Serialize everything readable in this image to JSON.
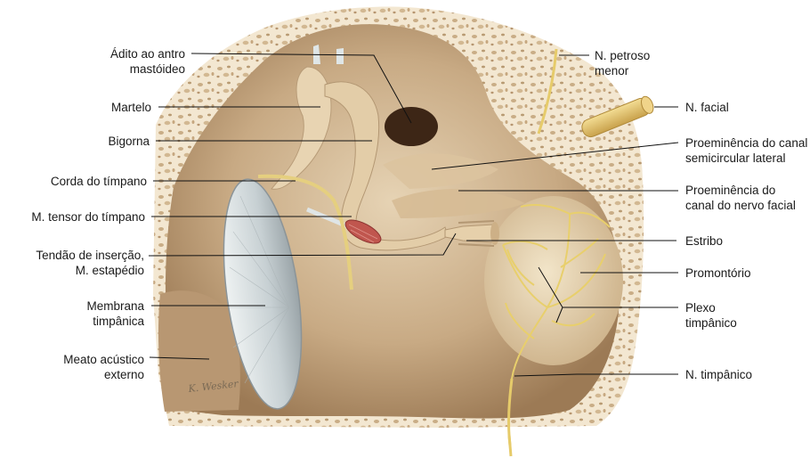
{
  "labels_left": [
    {
      "id": "adito",
      "text": "Ádito ao antro\nmastóideo"
    },
    {
      "id": "martelo",
      "text": "Martelo"
    },
    {
      "id": "bigorna",
      "text": "Bigorna"
    },
    {
      "id": "corda",
      "text": "Corda do tímpano"
    },
    {
      "id": "tensor",
      "text": "M. tensor do tímpano"
    },
    {
      "id": "tendao",
      "text": "Tendão de inserção,\nM. estapédio"
    },
    {
      "id": "membrana",
      "text": "Membrana\ntimpânica"
    },
    {
      "id": "meato",
      "text": "Meato acústico\nexterno"
    }
  ],
  "labels_right": [
    {
      "id": "petroso",
      "text": "N. petroso\nmenor"
    },
    {
      "id": "facial",
      "text": "N. facial"
    },
    {
      "id": "canal_lat",
      "text": "Proeminência do canal\nsemicircular lateral"
    },
    {
      "id": "canal_fac",
      "text": "Proeminência do\ncanal do nervo facial"
    },
    {
      "id": "estribo",
      "text": "Estribo"
    },
    {
      "id": "promontorio",
      "text": "Promontório"
    },
    {
      "id": "plexo",
      "text": "Plexo\ntimpânico"
    },
    {
      "id": "timpanico",
      "text": "N. timpânico"
    }
  ],
  "signature": "K. Wesker",
  "colors": {
    "bone": "#f1e4cc",
    "cavity": "#c7aa86",
    "ossicle": "#e6d1ae",
    "membrane": "#cfd8dc",
    "nerve": "#e7c95c",
    "muscle": "#c0564e",
    "leader": "#111111"
  }
}
